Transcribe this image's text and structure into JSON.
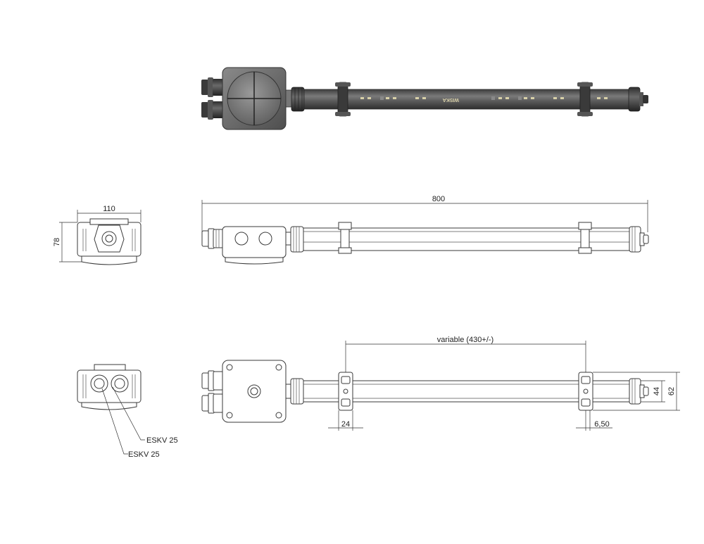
{
  "dimensions": {
    "overall_length": "800",
    "end_width": "110",
    "end_height": "78",
    "clamp_spacing": "variable (430+/-)",
    "clamp_width": "24",
    "clamp_offset": "6,50",
    "tube_diameter": "44",
    "clamp_height": "62"
  },
  "labels": {
    "gland_upper": "ESKV 25",
    "gland_lower": "ESKV 25"
  },
  "logo": {
    "brand": "WISKA"
  },
  "colors": {
    "line": "#3a3a3a",
    "render_dark": "#4a4a4a",
    "render_mid": "#6b6b6b",
    "render_light": "#9a9a9a",
    "led": "#d8d0a8"
  }
}
